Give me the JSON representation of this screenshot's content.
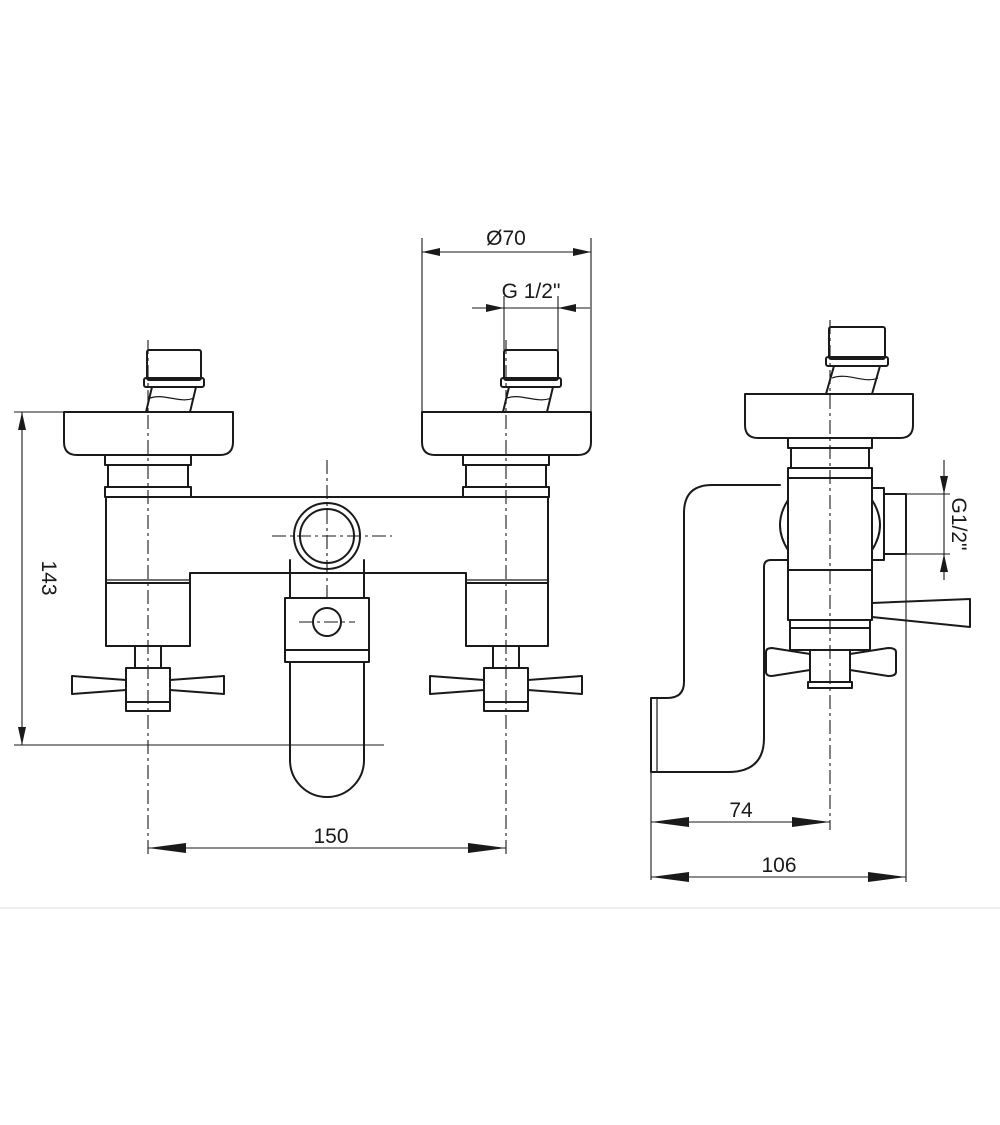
{
  "dimensions": {
    "diameter": "Ø70",
    "thread_top": "G 1/2\"",
    "height": "143",
    "centers": "150",
    "projection": "74",
    "depth": "106",
    "thread_side": "G1/2\""
  }
}
